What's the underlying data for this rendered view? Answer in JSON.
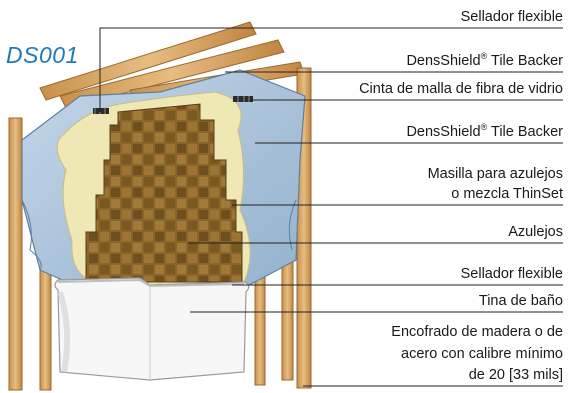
{
  "diagram_code": "DS001",
  "labels": {
    "flexible_sealant_top": "Sellador flexible",
    "tile_backer_top_name": "DensShield",
    "tile_backer_top_mark": "®",
    "tile_backer_top_rest": " Tile Backer",
    "mesh_tape": "Cinta de malla de fibra de vidrio",
    "tile_backer_right_name": "DensShield",
    "tile_backer_right_mark": "®",
    "tile_backer_right_rest": " Tile Backer",
    "mastic_line1": "Masilla para azulejos",
    "mastic_line2": "o mezcla ThinSet",
    "tiles": "Azulejos",
    "flexible_sealant_bottom": "Sellador flexible",
    "bathtub": "Tina de baño",
    "framing_line1": "Encofrado de madera o de",
    "framing_line2": "acero con calibre mínimo",
    "framing_line3": "de 20 [33 mils]"
  },
  "colors": {
    "code_blue": "#1f79b8",
    "board_blue": "#a9c4dc",
    "mastic_cream": "#efe7b4",
    "tile_brown": "#8f6a2c",
    "wood_stud": "#d9a866",
    "tub_white": "#f7f7f7",
    "leader_line": "#222222"
  }
}
